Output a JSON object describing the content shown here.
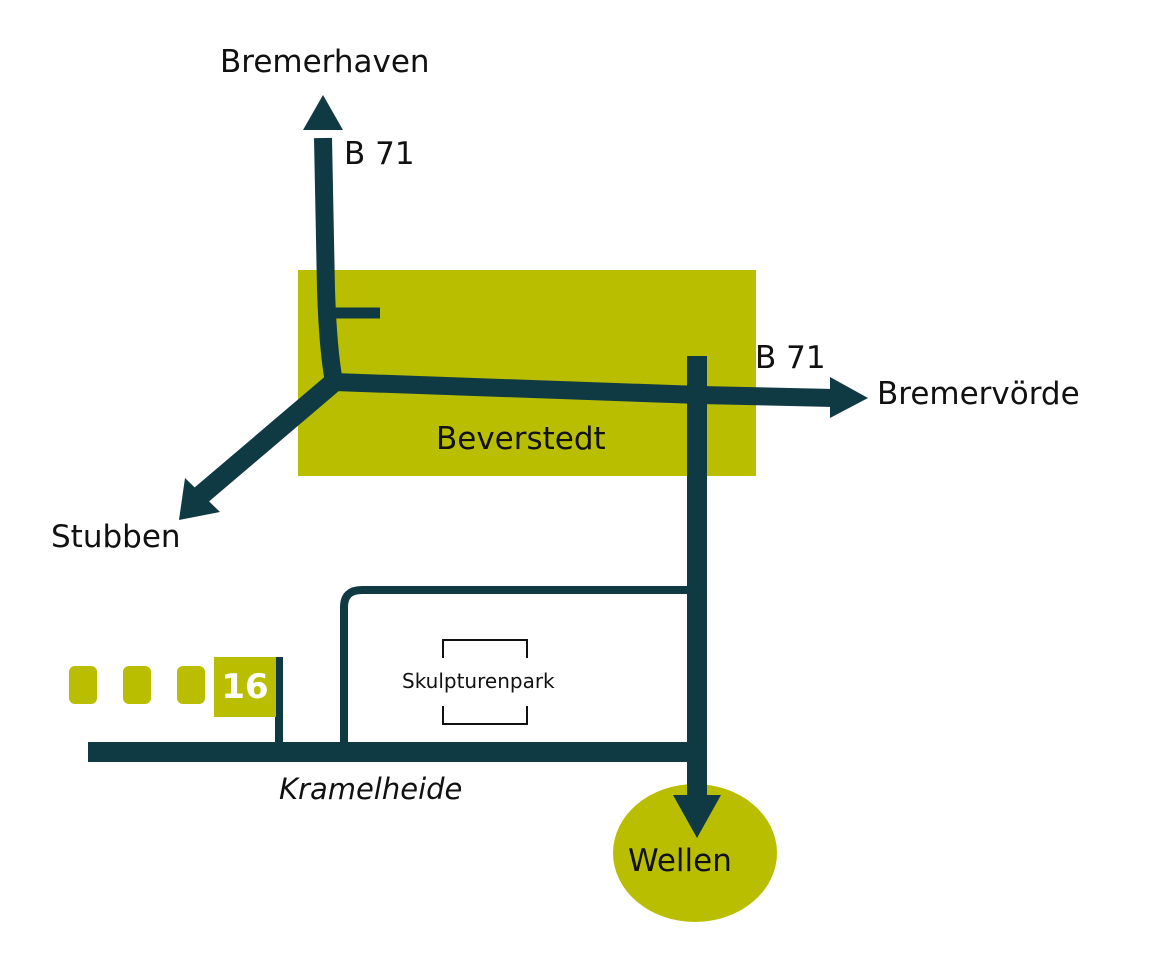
{
  "colors": {
    "road": "#0f3a44",
    "area": "#b9bf00",
    "text": "#111111",
    "background": "#ffffff"
  },
  "places": {
    "bremerhaven": "Bremerhaven",
    "bremervoerde": "Bremervörde",
    "stubben": "Stubben",
    "beverstedt": "Beverstedt",
    "wellen": "Wellen"
  },
  "roads": {
    "b71_north": "B 71",
    "b71_east": "B 71",
    "kramelheide": "Kramelheide"
  },
  "landmarks": {
    "skulpturenpark": "Skulpturenpark"
  },
  "marker": {
    "number": "16"
  },
  "icons": {
    "arrows": [
      "arrow-north-icon",
      "arrow-east-icon",
      "arrow-southwest-icon",
      "arrow-south-icon"
    ]
  }
}
